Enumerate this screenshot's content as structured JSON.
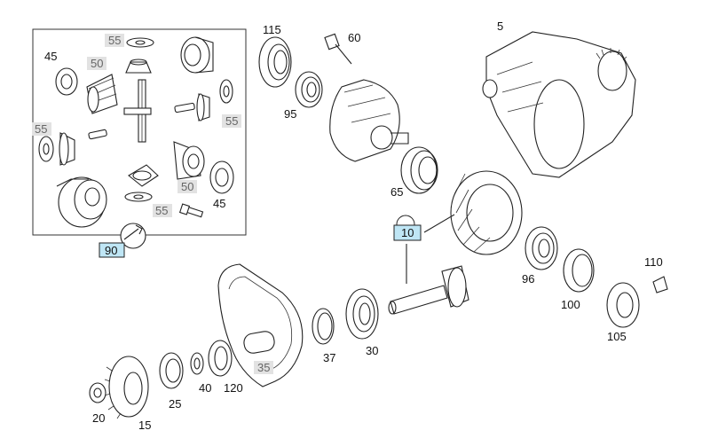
{
  "diagram": {
    "labels": {
      "p5": "5",
      "p10": "10",
      "p15": "15",
      "p20": "20",
      "p25": "25",
      "p35": "35",
      "p37": "37",
      "p40": "40",
      "p45a": "45",
      "p45b": "45",
      "p50a": "50",
      "p50b": "50",
      "p55a": "55",
      "p55b": "55",
      "p55c": "55",
      "p55d": "55",
      "p60": "60",
      "p65": "65",
      "p90": "90",
      "p95": "95",
      "p96": "96",
      "p100": "100",
      "p105": "105",
      "p110": "110",
      "p115": "115",
      "p120": "120",
      "p30": "30"
    },
    "colors": {
      "highlight_box": "#bfe6f5",
      "grey_label_bg": "#e2e2e2",
      "line": "#222222"
    }
  }
}
